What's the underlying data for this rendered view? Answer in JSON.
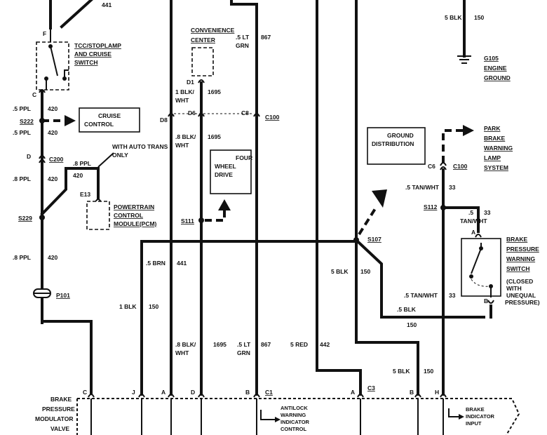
{
  "top_wire": {
    "gauge": "441"
  },
  "tcc_switch": {
    "pin": "F",
    "pin_c": "C",
    "line1": "TCC/STOPLAMP",
    "line2": "AND CRUISE",
    "line3": "SWITCH"
  },
  "cruise_wire_1": {
    "gauge": ".5 PPL",
    "circuit": "420"
  },
  "splice_s222": "S222",
  "cruise_wire_2": {
    "gauge": ".5 PPL",
    "circuit": "420"
  },
  "cruise_control_box": {
    "line1": "CRUISE",
    "line2": "CONTROL"
  },
  "c200": {
    "pin": "D",
    "name": "C200"
  },
  "auto_trans_note": {
    "line1": "WITH AUTO TRANS",
    "line2": "ONLY"
  },
  "ppl_wire_8": {
    "gauge": ".8 PPL",
    "circuit": "420"
  },
  "ppl_wire_8b": {
    "gauge": ".8 PPL",
    "circuit": "420"
  },
  "pcm": {
    "pin": "E13",
    "line1": "POWERTRAIN",
    "line2": "CONTROL",
    "line3": "MODULE(PCM)"
  },
  "splice_s229": "S229",
  "ppl_wire_8c": {
    "gauge": ".8 PPL",
    "circuit": "420"
  },
  "p101": "P101",
  "convenience_center": {
    "line1": "CONVENIENCE",
    "line2": "CENTER",
    "pin": "D1"
  },
  "blk_wht_1": {
    "gauge1": "1 BLK/",
    "gauge2": "WHT",
    "circuit": "1695"
  },
  "pins_row": {
    "d8": "D8",
    "d6": "D6",
    "c8": "C8",
    "c100": "C100"
  },
  "blk_wht_8": {
    "gauge1": ".8 BLK/",
    "gauge2": "WHT",
    "circuit": "1695"
  },
  "lt_grn_top": {
    "gauge1": ".5 LT",
    "gauge2": "GRN",
    "circuit": "867"
  },
  "four_wheel_drive": {
    "line1": "FOUR",
    "line2": "WHEEL",
    "line3": "DRIVE"
  },
  "splice_s111": "S111",
  "brn_wire": {
    "gauge": ".5 BRN",
    "circuit": "441"
  },
  "blk_150_left": {
    "gauge": "1 BLK",
    "circuit": "150"
  },
  "blk_wht_bottom": {
    "gauge1": ".8 BLK/",
    "gauge2": "WHT",
    "circuit": "1695"
  },
  "lt_grn_bottom": {
    "gauge1": ".5 LT",
    "gauge2": "GRN",
    "circuit": "867"
  },
  "red_wire": {
    "gauge": "5 RED",
    "circuit": "442"
  },
  "ground_distribution": {
    "line1": "GROUND",
    "line2": "DISTRIBUTION"
  },
  "splice_s107": "S107",
  "blk_150_mid": {
    "gauge": "5 BLK",
    "circuit": "150"
  },
  "blk_150_right": {
    "gauge": ".5 BLK",
    "circuit": "150"
  },
  "blk_150_bottom": {
    "gauge": "5 BLK",
    "circuit": "150"
  },
  "ground_g105": {
    "wire_gauge": "5 BLK",
    "wire_circuit": "150",
    "name": "G105",
    "line2": "ENGINE",
    "line3": "GROUND"
  },
  "park_brake": {
    "line1": "PARK",
    "line2": "BRAKE",
    "line3": "WARNING",
    "line4": "LAMP",
    "line5": "SYSTEM"
  },
  "c6_c100": {
    "pin": "C6",
    "name": "C100"
  },
  "tan_wht_33_top": {
    "gauge": ".5 TAN/WHT",
    "circuit": "33"
  },
  "splice_s112": "S112",
  "tan_wht_short": {
    "gauge1": ".5",
    "gauge2": "TAN/WHT",
    "circuit": "33",
    "pin": "A"
  },
  "brake_switch": {
    "line1": "BRAKE",
    "line2": "PRESSURE",
    "line3": "WARNING",
    "line4": "SWITCH",
    "line5": "(CLOSED",
    "line6": "WITH",
    "line7": "UNEQUAL",
    "line8": "PRESSURE)",
    "pin_b": "B"
  },
  "tan_wht_33_bottom": {
    "gauge": ".5 TAN/WHT",
    "circuit": "33"
  },
  "bottom_connector": {
    "pins": [
      "C",
      "J",
      "A",
      "D",
      "B",
      "C1",
      "A",
      "C3",
      "B",
      "H"
    ],
    "module_name": [
      "BRAKE",
      "PRESSURE",
      "MODULATOR",
      "VALVE"
    ]
  },
  "antilock_label": {
    "line1": "ANTILOCK",
    "line2": "WARNING",
    "line3": "INDICATOR",
    "line4": "CONTROL"
  },
  "brake_indicator_input": {
    "line1": "BRAKE",
    "line2": "INDICATOR",
    "line3": "INPUT"
  }
}
